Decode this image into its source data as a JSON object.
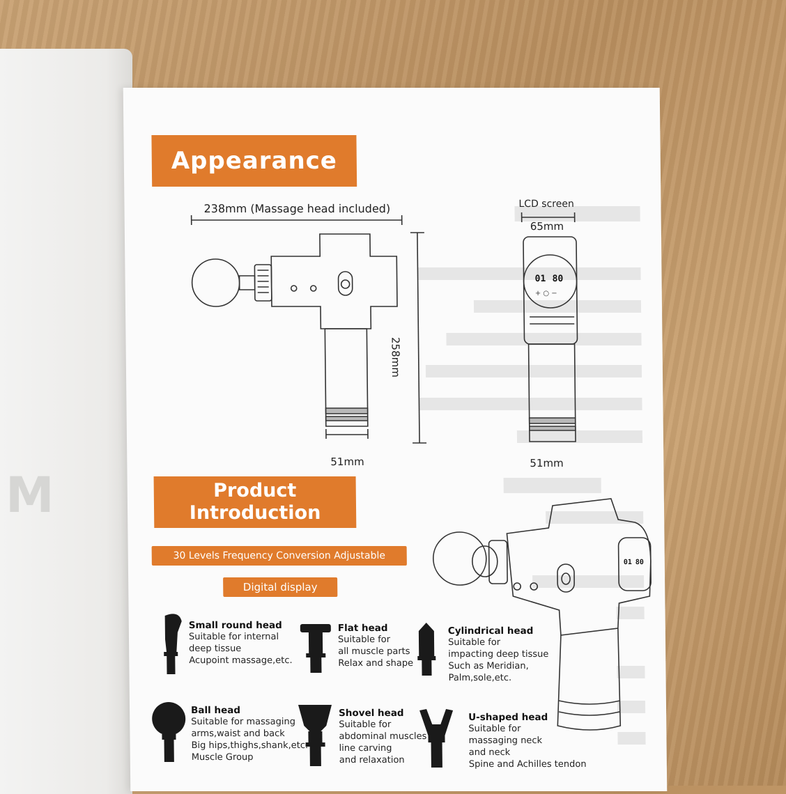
{
  "sections": {
    "appearance_title": "Appearance",
    "product_intro_line1": "Product",
    "product_intro_line2": "Introduction"
  },
  "dimensions": {
    "length_label": "238mm (Massage head included)",
    "height_label": "258mm",
    "width_front_label": "51mm",
    "width_side_label": "51mm",
    "lcd_label": "LCD screen",
    "lcd_width_label": "65mm"
  },
  "display": {
    "left_digits": "01",
    "right_digits": "80",
    "controls": "+  ○  −"
  },
  "features": {
    "frequency": "30 Levels Frequency Conversion Adjustable",
    "digital_display": "Digital display"
  },
  "heads": [
    {
      "title": "Small round head",
      "lines": [
        "Suitable for internal",
        "deep tissue",
        "Acupoint massage,etc."
      ]
    },
    {
      "title": "Flat head",
      "lines": [
        "Suitable for",
        "all muscle parts",
        "Relax and shape"
      ]
    },
    {
      "title": "Cylindrical head",
      "lines": [
        "Suitable for",
        "impacting deep tissue",
        "Such as Meridian,",
        "Palm,sole,etc."
      ]
    },
    {
      "title": "Ball head",
      "lines": [
        "Suitable for massaging",
        "arms,waist and back",
        "Big hips,thighs,shank,etc.",
        "Muscle Group"
      ]
    },
    {
      "title": "Shovel head",
      "lines": [
        "Suitable for",
        "abdominal muscles",
        "line carving",
        "and relaxation"
      ]
    },
    {
      "title": "U-shaped head",
      "lines": [
        "Suitable for",
        "massaging neck",
        "and neck",
        "Spine and Achilles tendon"
      ]
    }
  ],
  "colors": {
    "accent": "#e07b2c",
    "paper": "#fbfbfb",
    "ink": "#222222"
  }
}
